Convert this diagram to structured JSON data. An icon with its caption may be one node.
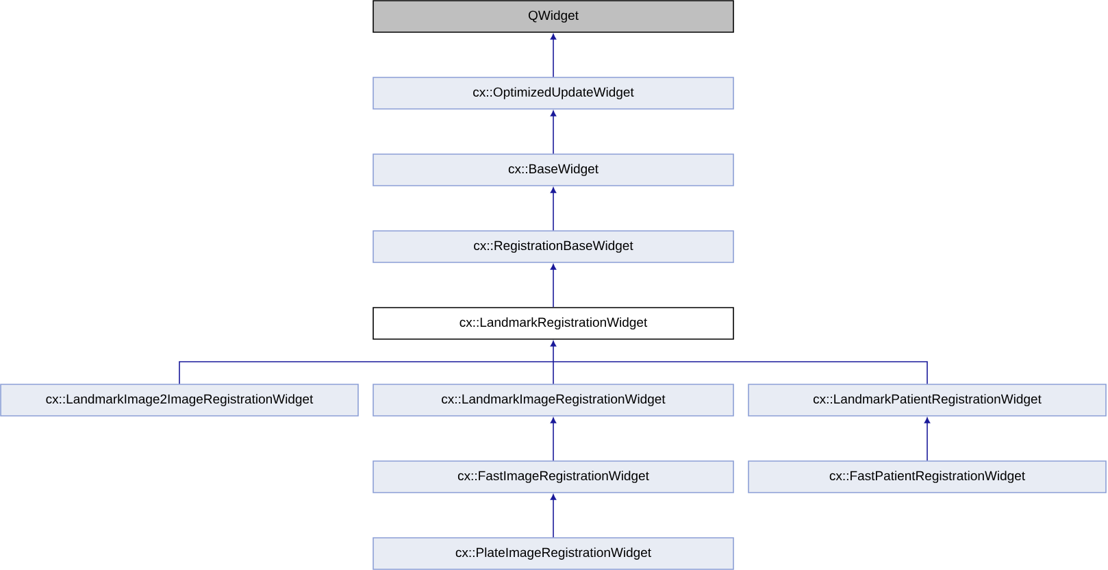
{
  "diagram": {
    "nodes": [
      {
        "text": [
          "QWidget"
        ]
      },
      {
        "text": [
          "cx::OptimizedUpdateWidget"
        ]
      },
      {
        "text": [
          "cx::BaseWidget"
        ]
      },
      {
        "text": [
          "cx::RegistrationBaseWidget"
        ]
      },
      {
        "text": [
          "cx::LandmarkRegistrationWidget"
        ]
      },
      {
        "text": [
          "cx::LandmarkImage2ImageRegistrationWidget"
        ]
      },
      {
        "text": [
          "cx::LandmarkImageRegistrationWidget"
        ]
      },
      {
        "text": [
          "cx::LandmarkPatientRegistrationWidget"
        ]
      },
      {
        "text": [
          "cx::FastImageRegistrationWidget"
        ]
      },
      {
        "text": [
          "cx::FastPatientRegistrationWidget"
        ]
      },
      {
        "text": [
          "cx::PlateImageRegistrationWidget"
        ]
      }
    ],
    "edges": [
      {
        "from": 1,
        "to": 0,
        "arrow": "to"
      },
      {
        "from": 2,
        "to": 1,
        "arrow": "to"
      },
      {
        "from": 3,
        "to": 2,
        "arrow": "to"
      },
      {
        "from": 4,
        "to": 3,
        "arrow": "to"
      },
      {
        "from": 5,
        "to": 4,
        "arrow": "to"
      },
      {
        "from": 6,
        "to": 4,
        "arrow": "to"
      },
      {
        "from": 7,
        "to": 4,
        "arrow": "to"
      },
      {
        "from": 8,
        "to": 6,
        "arrow": "to"
      },
      {
        "from": 9,
        "to": 7,
        "arrow": "to"
      },
      {
        "from": 10,
        "to": 8,
        "arrow": "to"
      }
    ]
  }
}
